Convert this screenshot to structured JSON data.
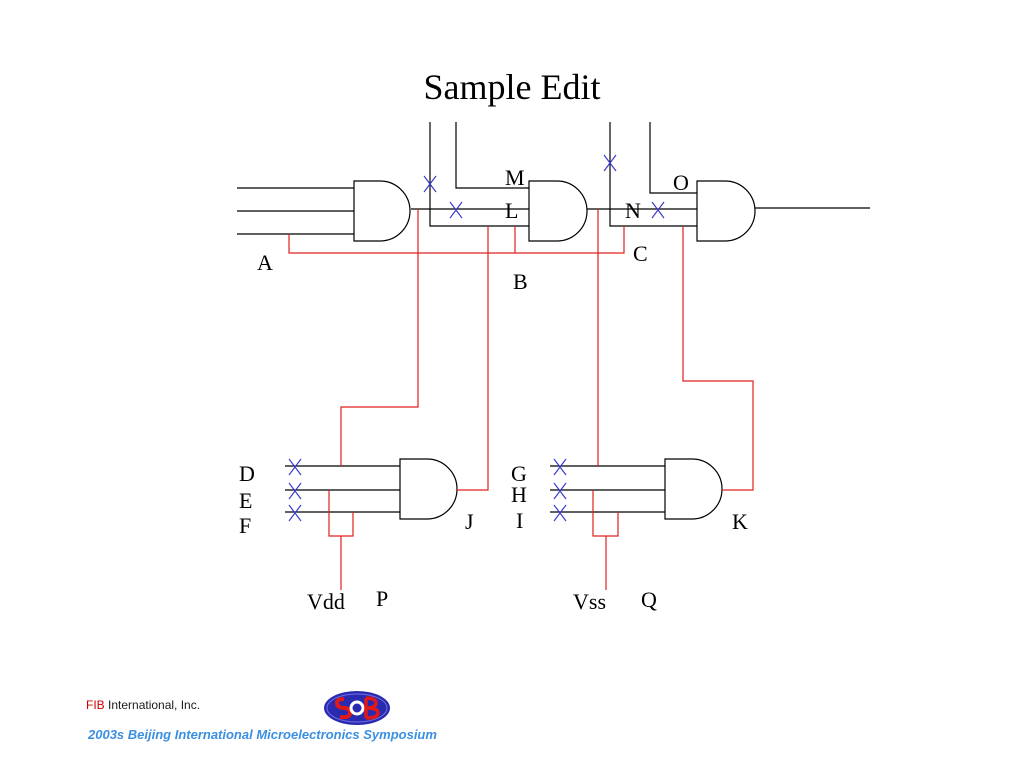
{
  "title": "Sample Edit",
  "labels": {
    "A": "A",
    "B": "B",
    "C": "C",
    "D": "D",
    "E": "E",
    "F": "F",
    "G": "G",
    "H": "H",
    "I": "I",
    "J": "J",
    "K": "K",
    "L": "L",
    "M": "M",
    "N": "N",
    "O": "O",
    "P": "P",
    "Q": "Q",
    "vdd": "Vdd",
    "vss": "Vss"
  },
  "footer": {
    "fib": "FIB",
    "company": " International, Inc.",
    "symposium": "2003s Beijing International Microelectronics Symposium"
  },
  "colors": {
    "wire": "#000000",
    "edit_wire": "#e02020",
    "cut_mark": "#3a3ad0",
    "logo_blue": "#2a2ab0",
    "logo_red": "#e01818"
  }
}
